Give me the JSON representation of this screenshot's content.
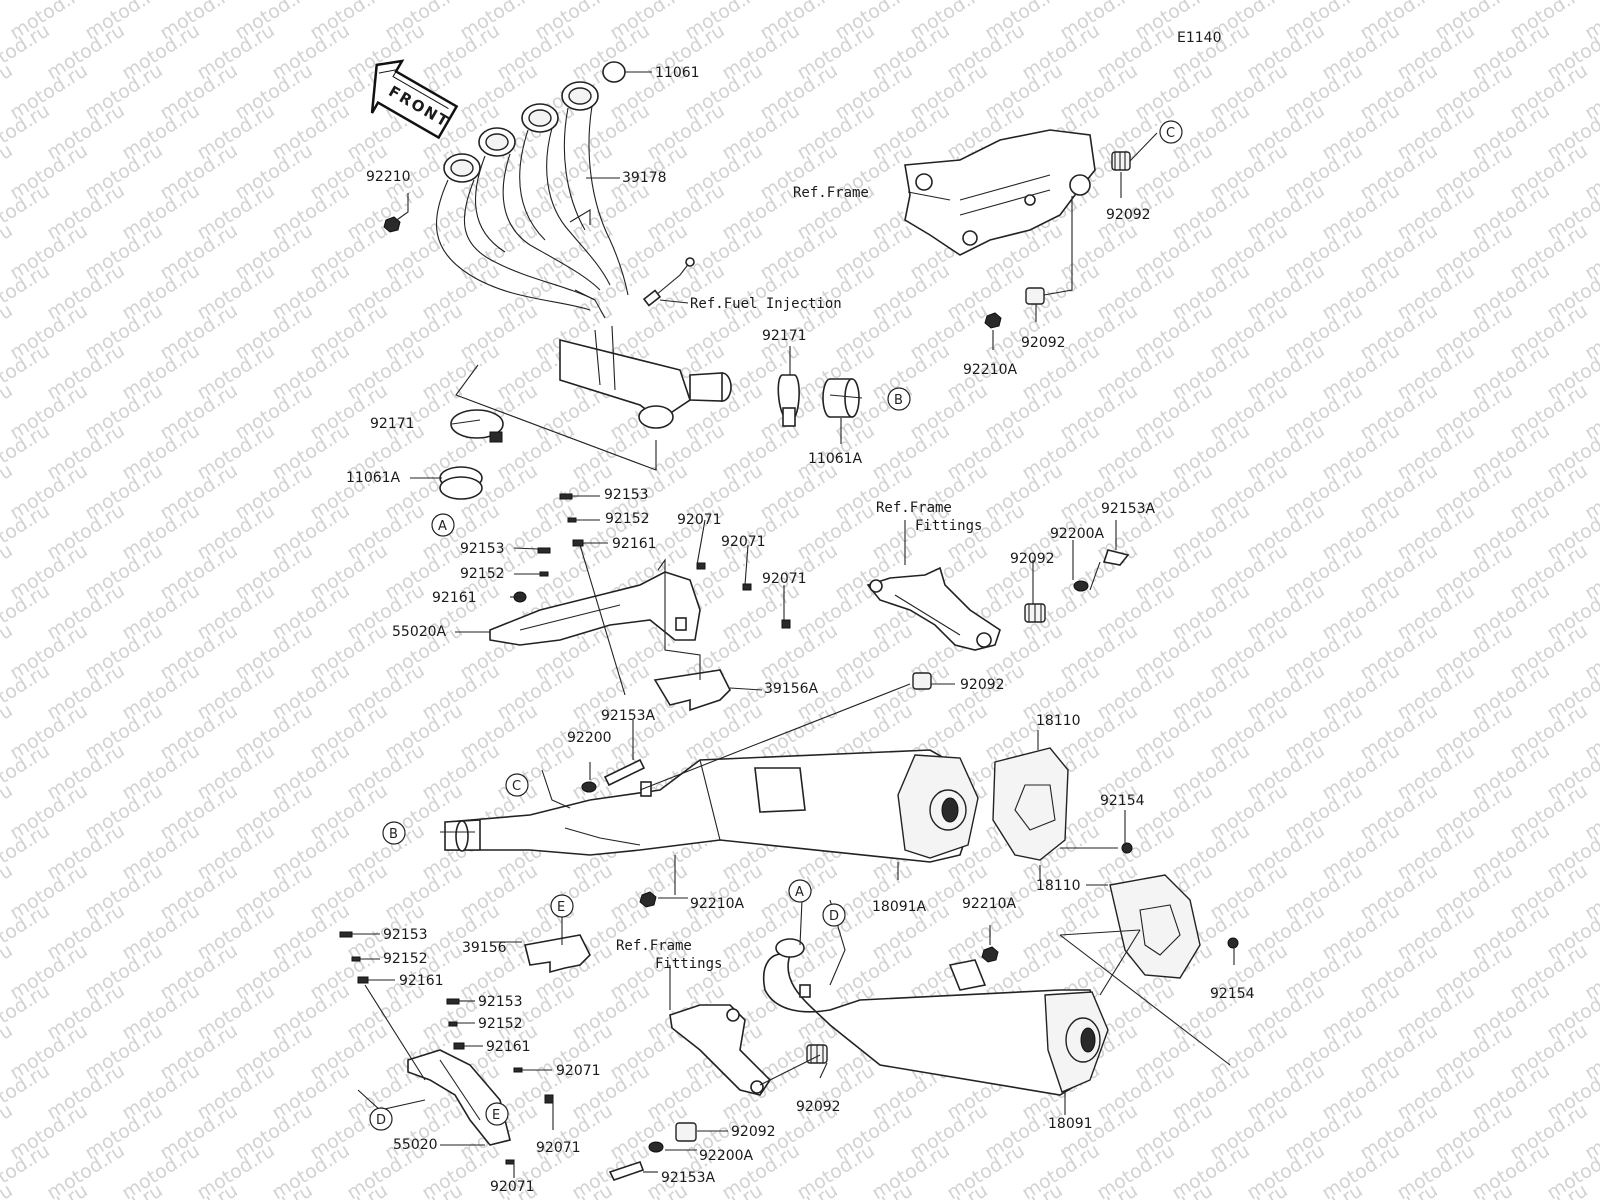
{
  "diagram_code": "E1140",
  "watermark_text": "motod.ru",
  "front_label": "FRONT",
  "parts": [
    {
      "id": "11061",
      "text": "11061"
    },
    {
      "id": "39178",
      "text": "39178"
    },
    {
      "id": "92210",
      "text": "92210"
    },
    {
      "id": "ref_fuel",
      "text": "Ref.Fuel Injection"
    },
    {
      "id": "92171_a",
      "text": "92171"
    },
    {
      "id": "92171_b",
      "text": "92171"
    },
    {
      "id": "11061A_a",
      "text": "11061A"
    },
    {
      "id": "11061A_b",
      "text": "11061A"
    },
    {
      "id": "ref_frame_top",
      "text": "Ref.Frame"
    },
    {
      "id": "92092_top",
      "text": "92092"
    },
    {
      "id": "92092_mid",
      "text": "92092"
    },
    {
      "id": "92210A_top",
      "text": "92210A"
    },
    {
      "id": "92153_1",
      "text": "92153"
    },
    {
      "id": "92152_1",
      "text": "92152"
    },
    {
      "id": "92161_1",
      "text": "92161"
    },
    {
      "id": "92153_2",
      "text": "92153"
    },
    {
      "id": "92152_2",
      "text": "92152"
    },
    {
      "id": "92161_2",
      "text": "92161"
    },
    {
      "id": "55020A",
      "text": "55020A"
    },
    {
      "id": "92071_a",
      "text": "92071"
    },
    {
      "id": "92071_b",
      "text": "92071"
    },
    {
      "id": "92071_c",
      "text": "92071"
    },
    {
      "id": "39156A",
      "text": "39156A"
    },
    {
      "id": "92153A_top",
      "text": "92153A"
    },
    {
      "id": "ref_frame_fittings_1a",
      "text": "Ref.Frame"
    },
    {
      "id": "ref_frame_fittings_1b",
      "text": "Fittings"
    },
    {
      "id": "92153A_r",
      "text": "92153A"
    },
    {
      "id": "92200A_r",
      "text": "92200A"
    },
    {
      "id": "92092_r",
      "text": "92092"
    },
    {
      "id": "92092_r2",
      "text": "92092"
    },
    {
      "id": "92200",
      "text": "92200"
    },
    {
      "id": "18110_a",
      "text": "18110"
    },
    {
      "id": "92154_a",
      "text": "92154"
    },
    {
      "id": "18091A",
      "text": "18091A"
    },
    {
      "id": "92210A_mid",
      "text": "92210A"
    },
    {
      "id": "18110_b",
      "text": "18110"
    },
    {
      "id": "92210A_low",
      "text": "92210A"
    },
    {
      "id": "92154_b",
      "text": "92154"
    },
    {
      "id": "39156",
      "text": "39156"
    },
    {
      "id": "ref_frame_fittings_2a",
      "text": "Ref.Frame"
    },
    {
      "id": "ref_frame_fittings_2b",
      "text": "Fittings"
    },
    {
      "id": "92153_3",
      "text": "92153"
    },
    {
      "id": "92152_3",
      "text": "92152"
    },
    {
      "id": "92161_3",
      "text": "92161"
    },
    {
      "id": "92153_4",
      "text": "92153"
    },
    {
      "id": "92152_4",
      "text": "92152"
    },
    {
      "id": "92161_4",
      "text": "92161"
    },
    {
      "id": "92071_d",
      "text": "92071"
    },
    {
      "id": "92071_e",
      "text": "92071"
    },
    {
      "id": "92071_f",
      "text": "92071"
    },
    {
      "id": "55020",
      "text": "55020"
    },
    {
      "id": "92092_low",
      "text": "92092"
    },
    {
      "id": "92092_low2",
      "text": "92092"
    },
    {
      "id": "92200A_low",
      "text": "92200A"
    },
    {
      "id": "92153A_low",
      "text": "92153A"
    },
    {
      "id": "18091",
      "text": "18091"
    }
  ],
  "connectors": {
    "A": "A",
    "B": "B",
    "C": "C",
    "D": "D",
    "E": "E"
  }
}
